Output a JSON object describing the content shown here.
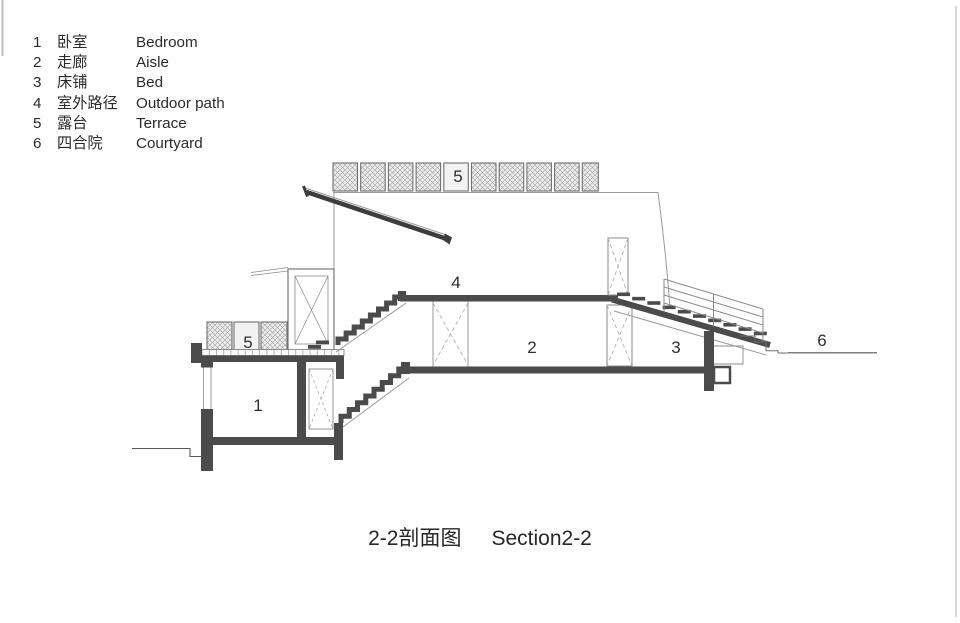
{
  "legend": {
    "items": [
      {
        "num": "1",
        "zh": "卧室",
        "en": "Bedroom"
      },
      {
        "num": "2",
        "zh": "走廊",
        "en": "Aisle"
      },
      {
        "num": "3",
        "zh": "床铺",
        "en": "Bed"
      },
      {
        "num": "4",
        "zh": "室外路径",
        "en": "Outdoor path"
      },
      {
        "num": "5",
        "zh": "露台",
        "en": "Terrace"
      },
      {
        "num": "6",
        "zh": "四合院",
        "en": "Courtyard"
      }
    ]
  },
  "drawing_labels": [
    {
      "id": "terrace-upper",
      "text": "5"
    },
    {
      "id": "outdoor-path",
      "text": "4"
    },
    {
      "id": "aisle",
      "text": "2"
    },
    {
      "id": "bed",
      "text": "3"
    },
    {
      "id": "terrace-lower",
      "text": "5"
    },
    {
      "id": "bedroom",
      "text": "1"
    },
    {
      "id": "courtyard",
      "text": "6"
    }
  ],
  "title": {
    "zh": "2-2剖面图",
    "en": "Section2-2"
  },
  "colors": {
    "ink": "#4b4b4b",
    "thin_line": "#8a8a8a",
    "hatch_fill": "#ebebeb",
    "label_text": "#2f2f2f"
  }
}
